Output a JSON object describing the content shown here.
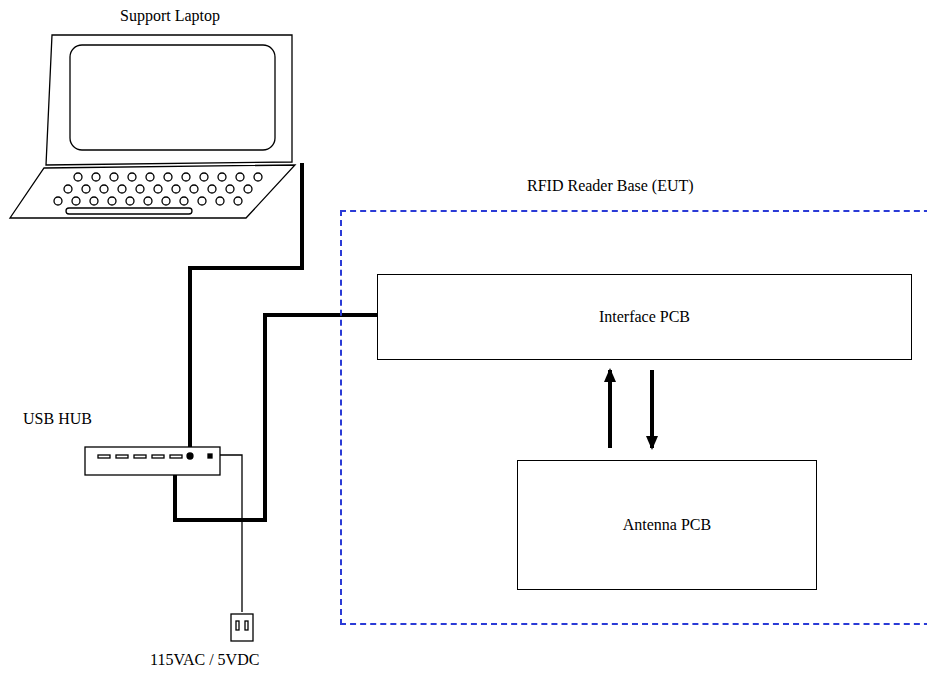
{
  "diagram": {
    "nodes": [
      {
        "text": [
          "Support Laptop"
        ]
      },
      {
        "text": [
          "RFID Reader Base (EUT)"
        ]
      },
      {
        "text": [
          "Interface PCB"
        ],
        "in": 1
      },
      {
        "text": [
          "USB HUB"
        ]
      },
      {
        "text": [
          "Antenna PCB"
        ],
        "in": 1
      },
      {
        "text": [
          "115VAC / 5VDC"
        ]
      }
    ],
    "edges": [
      {
        "from": 0,
        "to": 3,
        "arrow": "none"
      },
      {
        "from": 3,
        "to": 2,
        "arrow": "none"
      },
      {
        "from": 2,
        "to": 4,
        "arrow": "to"
      },
      {
        "from": 4,
        "to": 2,
        "arrow": "to"
      },
      {
        "from": 3,
        "to": 5,
        "arrow": "none"
      }
    ]
  }
}
